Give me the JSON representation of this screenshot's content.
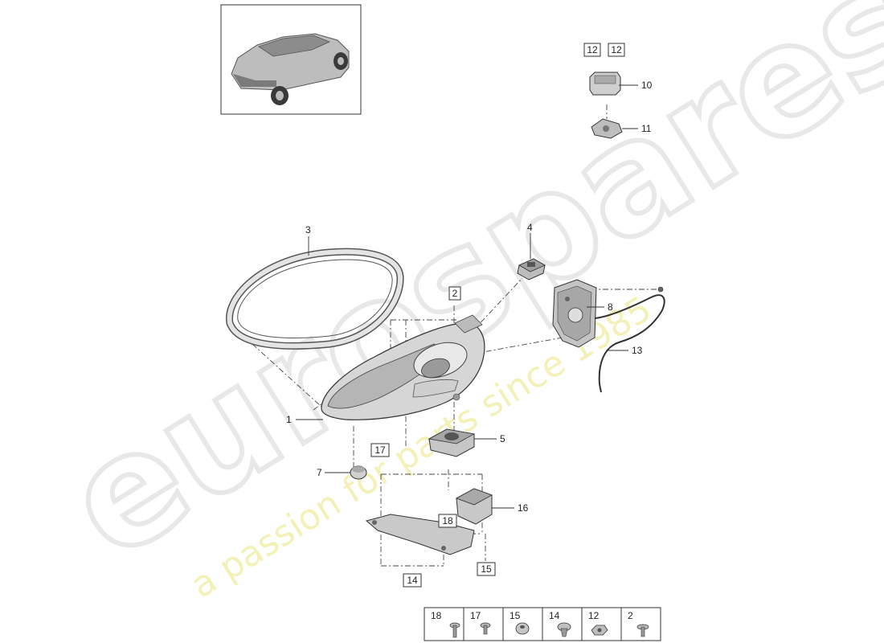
{
  "diagram": {
    "callouts": {
      "c1": "1",
      "c3": "3",
      "c4": "4",
      "c5": "5",
      "c7": "7",
      "c8": "8",
      "c10": "10",
      "c11": "11",
      "c13": "13",
      "c16": "16"
    },
    "boxed_refs": {
      "b12a": "12",
      "b12b": "12",
      "b2": "2",
      "b17": "17",
      "b18": "18",
      "b15": "15",
      "b14": "14"
    },
    "fastener_legend": [
      {
        "ref": "18",
        "icon": "screw-long-icon"
      },
      {
        "ref": "17",
        "icon": "screw-short-icon"
      },
      {
        "ref": "15",
        "icon": "grommet-icon"
      },
      {
        "ref": "14",
        "icon": "expanding-rivet-icon"
      },
      {
        "ref": "12",
        "icon": "nut-icon"
      },
      {
        "ref": "2",
        "icon": "flange-screw-icon"
      }
    ]
  },
  "watermark": {
    "brand": "eurospares",
    "tagline": "a passion for parts since 1985",
    "colors": {
      "brand": "#e9e9e9",
      "tagline": "#f2f0b0"
    }
  },
  "colors": {
    "line": "#333333",
    "part_fill": "#d9d9d9",
    "part_dark": "#8a8a8a"
  }
}
